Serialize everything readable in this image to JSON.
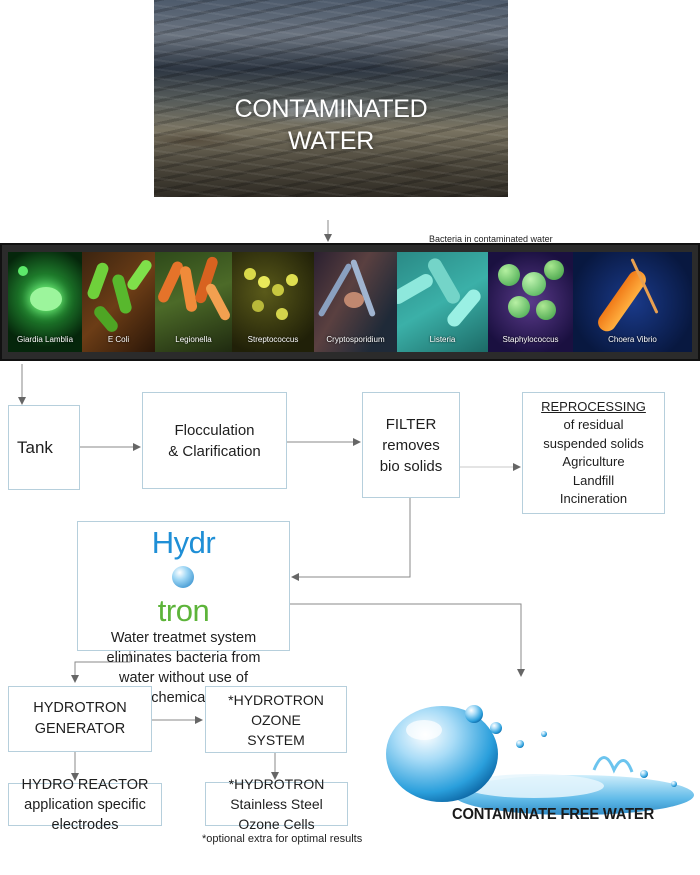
{
  "hero": {
    "title_line1": "CONTAMINATED",
    "title_line2": "WATER"
  },
  "bacteria": {
    "caption": "Bacteria in contaminated water",
    "tiles": [
      "Giardia Lamblia",
      "E Coli",
      "Legionella",
      "Streptococcus",
      "Cryptosporidium",
      "Listeria",
      "Staphylococcus",
      "Choera Vibrio"
    ]
  },
  "boxes": {
    "tank": "Tank",
    "flocculation": [
      "Flocculation",
      "& Clarification"
    ],
    "filter": [
      "FILTER",
      "removes",
      "bio solids"
    ],
    "reprocessing": [
      "REPROCESSING",
      "of residual",
      "suspended solids",
      "Agriculture",
      "Landfill",
      "Incineration"
    ],
    "hydrotron": {
      "logo_part1": "Hydr",
      "logo_part2": "tron",
      "lines": [
        "Water treatmet system",
        "eliminates bacteria from",
        "water without use of",
        "chemicals"
      ]
    },
    "generator": [
      "HYDROTRON",
      "GENERATOR"
    ],
    "ozone_system": [
      "*HYDROTRON",
      "OZONE",
      "SYSTEM"
    ],
    "reactor": [
      "HYDRO REACTOR",
      "application specific",
      "electrodes"
    ],
    "ozone_cells": [
      "*HYDROTRON",
      "Stainless Steel",
      "Ozone Cells"
    ]
  },
  "result": {
    "title": "CONTAMINATE FREE WATER"
  },
  "footnote": "*optional extra for optimal results",
  "colors": {
    "box_border": "#b6cfdc",
    "arrow": "#666666",
    "hydrotron_blue": "#1f8fd6",
    "hydrotron_green": "#5db43a",
    "water_blue": "#2a9fdc"
  }
}
